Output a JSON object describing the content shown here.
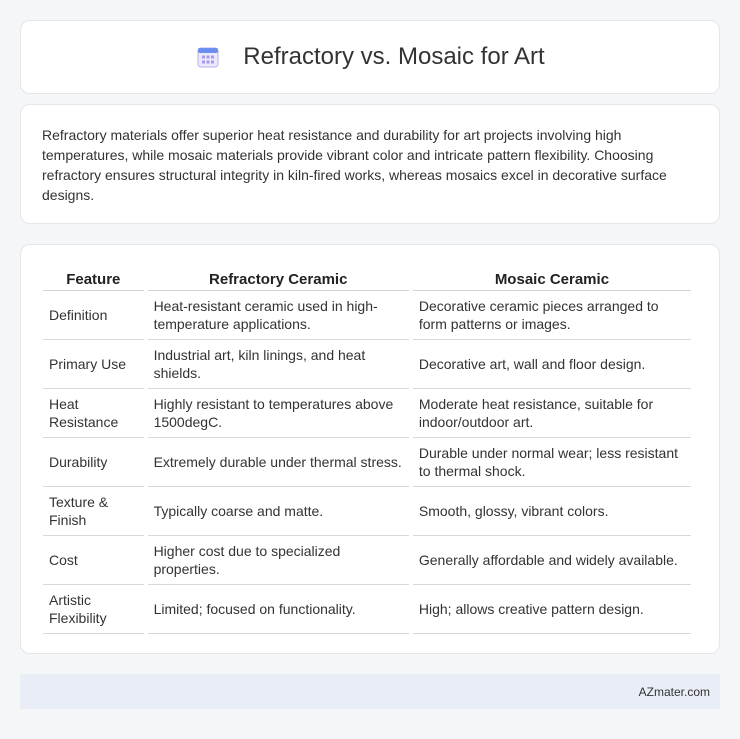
{
  "header": {
    "title": "Refractory vs. Mosaic for Art",
    "icon": "calendar-icon"
  },
  "intro": {
    "text": "Refractory materials offer superior heat resistance and durability for art projects involving high temperatures, while mosaic materials provide vibrant color and intricate pattern flexibility. Choosing refractory ensures structural integrity in kiln-fired works, whereas mosaics excel in decorative surface designs."
  },
  "table": {
    "headers": [
      "Feature",
      "Refractory Ceramic",
      "Mosaic Ceramic"
    ],
    "rows": [
      [
        "Definition",
        "Heat-resistant ceramic used in high-temperature applications.",
        "Decorative ceramic pieces arranged to form patterns or images."
      ],
      [
        "Primary Use",
        "Industrial art, kiln linings, and heat shields.",
        "Decorative art, wall and floor design."
      ],
      [
        "Heat Resistance",
        "Highly resistant to temperatures above 1500degC.",
        "Moderate heat resistance, suitable for indoor/outdoor art."
      ],
      [
        "Durability",
        "Extremely durable under thermal stress.",
        "Durable under normal wear; less resistant to thermal shock."
      ],
      [
        "Texture & Finish",
        "Typically coarse and matte.",
        "Smooth, glossy, vibrant colors."
      ],
      [
        "Cost",
        "Higher cost due to specialized properties.",
        "Generally affordable and widely available."
      ],
      [
        "Artistic Flexibility",
        "Limited; focused on functionality.",
        "High; allows creative pattern design."
      ]
    ]
  },
  "footer": {
    "text": "AZmater.com"
  }
}
